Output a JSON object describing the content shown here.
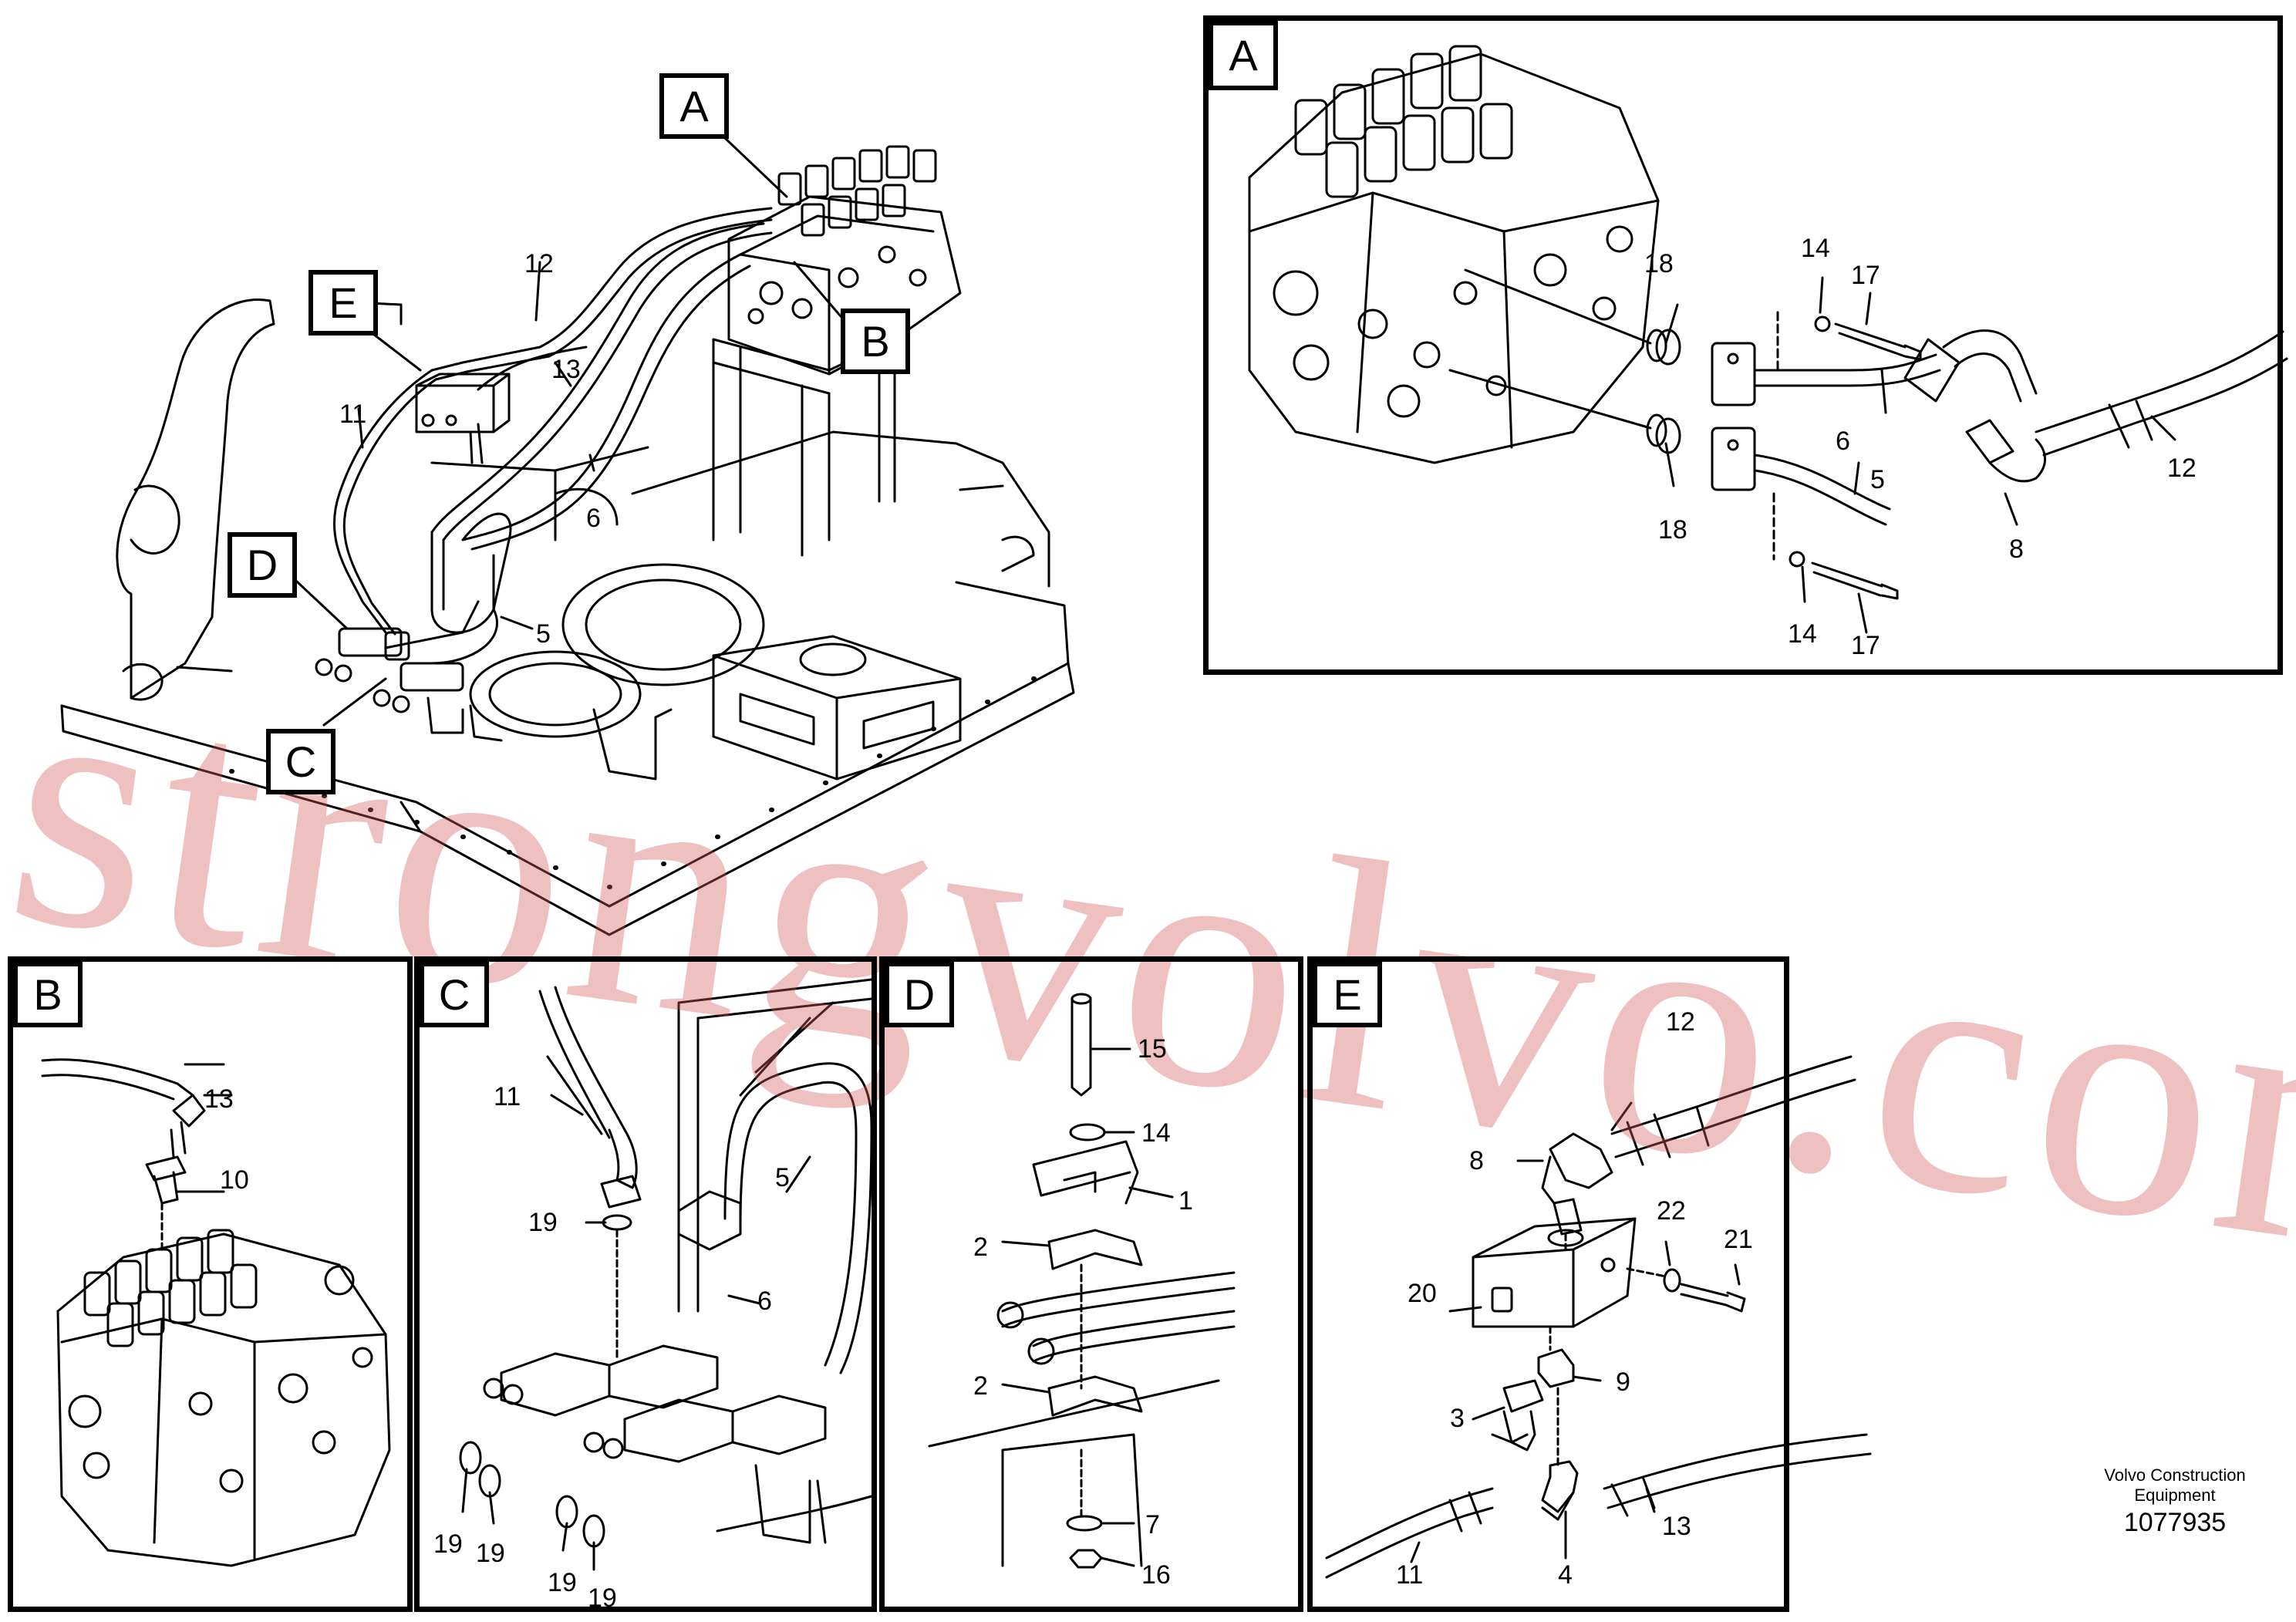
{
  "callouts": {
    "main": [
      "A",
      "B",
      "C",
      "D",
      "E"
    ],
    "panelA": "A",
    "panelB": "B",
    "panelC": "C",
    "panelD": "D",
    "panelE": "E"
  },
  "parts": {
    "main": [
      "12",
      "13",
      "11",
      "6",
      "5"
    ],
    "panelA": [
      "18",
      "14",
      "17",
      "5",
      "6",
      "18",
      "14",
      "17",
      "12",
      "8"
    ],
    "panelB": [
      "13",
      "10"
    ],
    "panelC": [
      "11",
      "19",
      "5",
      "6",
      "19",
      "19",
      "19",
      "19"
    ],
    "panelD": [
      "15",
      "14",
      "1",
      "2",
      "2",
      "7",
      "16"
    ],
    "panelE": [
      "12",
      "8",
      "22",
      "21",
      "20",
      "9",
      "3",
      "13",
      "11",
      "4"
    ]
  },
  "footer": {
    "line1": "Volvo Construction",
    "line2": "Equipment",
    "code": "1077935"
  },
  "watermark": "strongvolvo.com",
  "colors": {
    "line": "#000000",
    "watermark": "#d65a5a"
  }
}
